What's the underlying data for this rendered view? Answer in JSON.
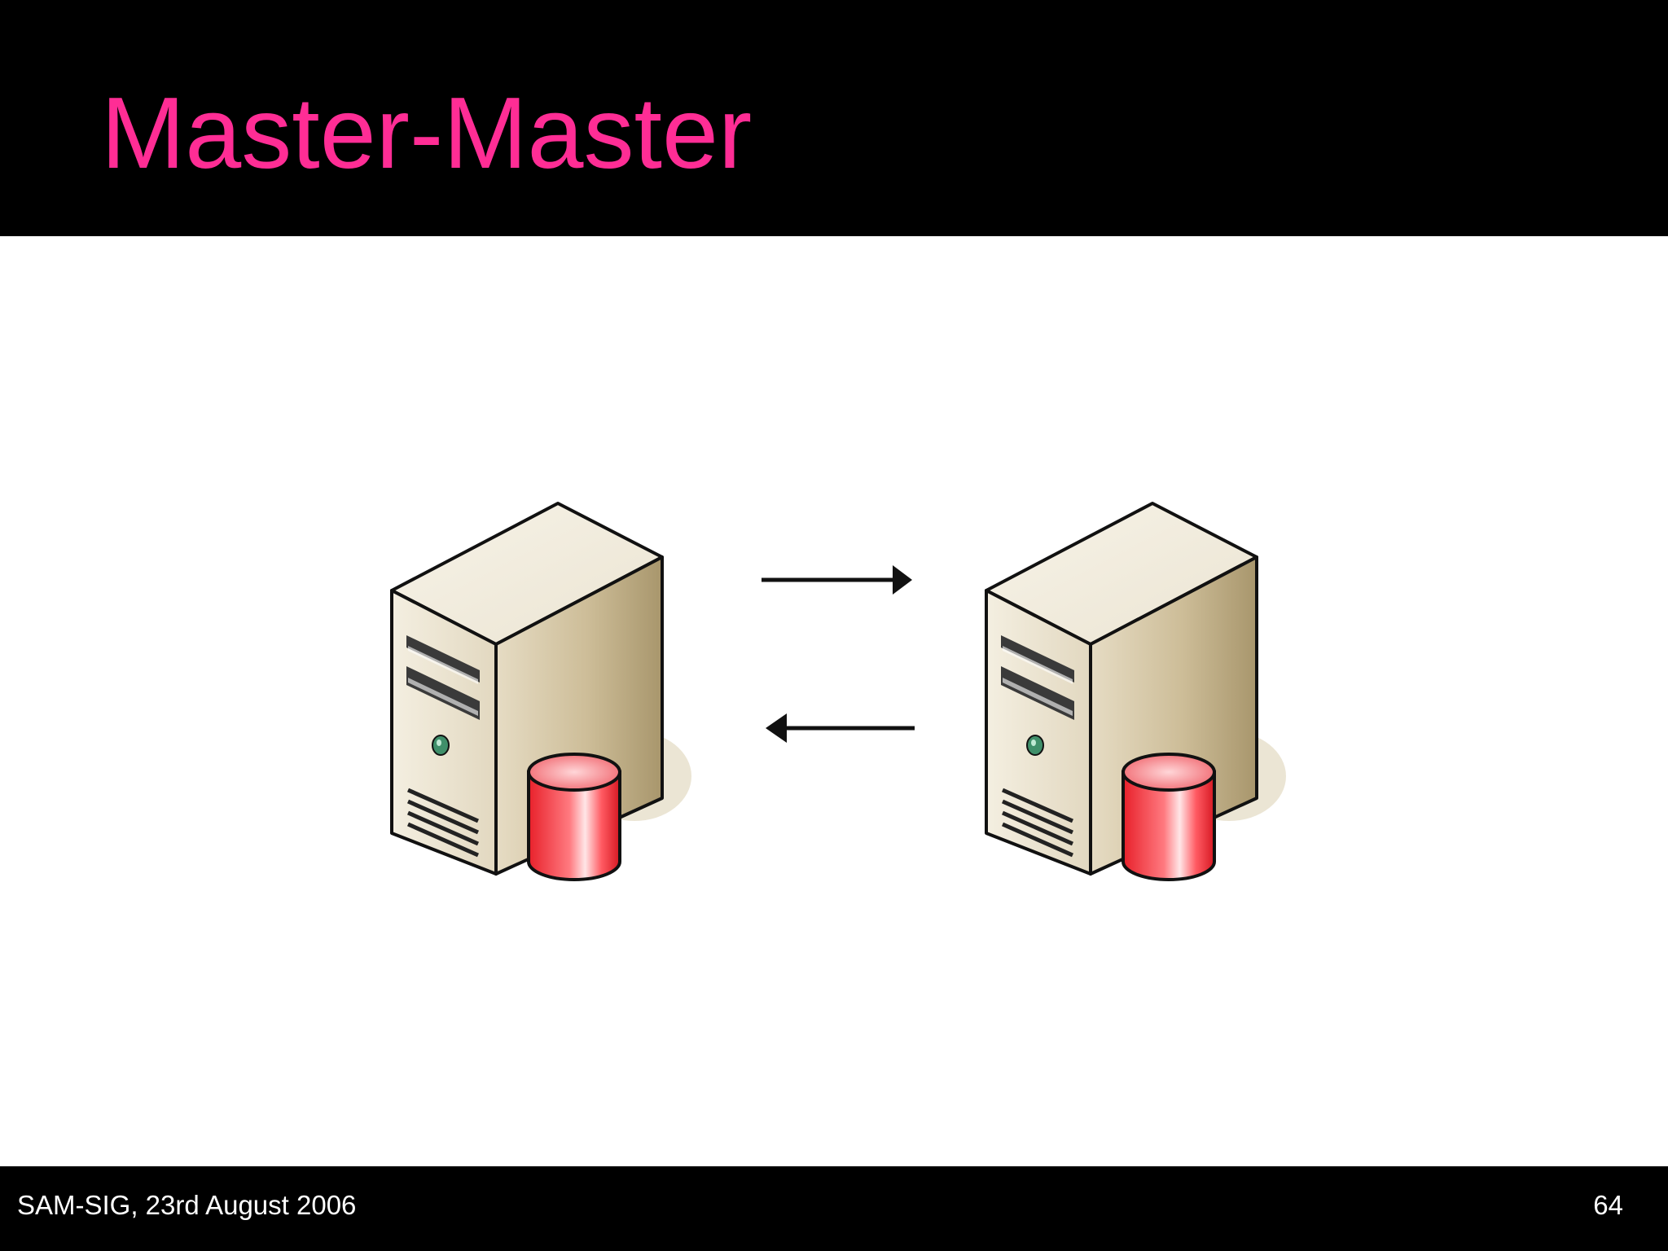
{
  "slide": {
    "title": "Master-Master",
    "footer": "SAM-SIG, 23rd August 2006",
    "page_number": "64"
  },
  "diagram": {
    "nodes": [
      {
        "name": "server-left",
        "icon": "database-server-icon"
      },
      {
        "name": "server-right",
        "icon": "database-server-icon"
      }
    ],
    "edges": [
      {
        "from": "server-left",
        "to": "server-right",
        "direction": "right"
      },
      {
        "from": "server-right",
        "to": "server-left",
        "direction": "left"
      }
    ]
  },
  "colors": {
    "title": "#ff2d95",
    "bars": "#000000",
    "footer_text": "#ffffff",
    "server_body": "#d8ccb0",
    "database": "#e8202a",
    "arrow": "#000000"
  }
}
